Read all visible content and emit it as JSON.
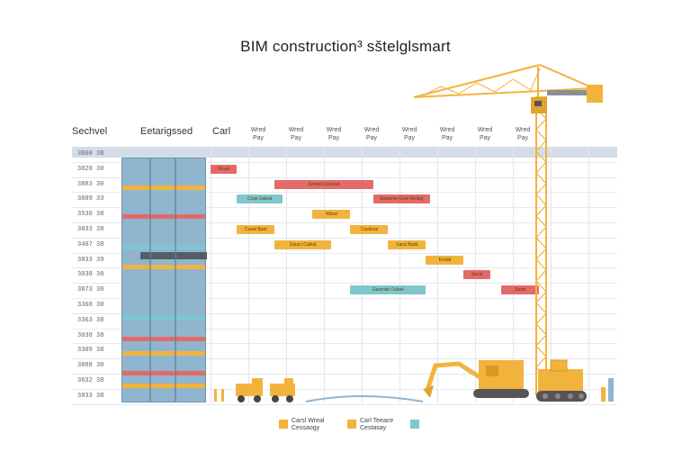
{
  "title": "BIM construction³ sštelglsmart",
  "headers": {
    "col1": "Sechvel",
    "col2": "Eetarigssed",
    "col3": "Carl"
  },
  "week_columns": [
    {
      "l1": "Wred",
      "l2": "Pay"
    },
    {
      "l1": "Wred",
      "l2": "Pay"
    },
    {
      "l1": "Wred",
      "l2": "Pay"
    },
    {
      "l1": "Wred",
      "l2": "Pay"
    },
    {
      "l1": "Wred",
      "l2": "Pay"
    },
    {
      "l1": "Wred",
      "l2": "Pay"
    },
    {
      "l1": "Wred",
      "l2": "Pay"
    },
    {
      "l1": "Wred",
      "l2": "Pay"
    }
  ],
  "rows": [
    "3860 38",
    "3828 30",
    "3883 30",
    "3889 33",
    "3530 38",
    "3833 38",
    "3407 38",
    "3833 39",
    "3038 30",
    "3873 38",
    "3368 30",
    "3363 38",
    "3038 38",
    "3309 38",
    "3888 30",
    "3632 38",
    "3833 38"
  ],
  "tasks": [
    {
      "label": "Reval",
      "color": "#e46a6a",
      "row": 1,
      "start": 0,
      "len": 0.7
    },
    {
      "label": "Sontat Cocaslat",
      "color": "#e46a6a",
      "row": 2,
      "start": 1.7,
      "len": 2.6
    },
    {
      "label": "Cose Saleal",
      "color": "#7fc7cf",
      "row": 3,
      "start": 0.7,
      "len": 1.2
    },
    {
      "label": "Sotaume Gran Retaig",
      "color": "#e46a6a",
      "row": 3,
      "start": 4.3,
      "len": 1.5
    },
    {
      "label": "Wtoal",
      "color": "#f2b33d",
      "row": 4,
      "start": 2.7,
      "len": 1.0
    },
    {
      "label": "Caval Bant",
      "color": "#f2b33d",
      "row": 5,
      "start": 0.7,
      "len": 1.0
    },
    {
      "label": "Caslecal",
      "color": "#f2b33d",
      "row": 5,
      "start": 3.7,
      "len": 1.0
    },
    {
      "label": "Etzaci Catkal",
      "color": "#f2b33d",
      "row": 6,
      "start": 1.7,
      "len": 1.5
    },
    {
      "label": "Saral Balal",
      "color": "#f2b33d",
      "row": 6,
      "start": 4.7,
      "len": 1.0
    },
    {
      "label": "Ecolal",
      "color": "#f2b33d",
      "row": 7,
      "start": 5.7,
      "len": 1.0
    },
    {
      "label": "Saval",
      "color": "#e46a6a",
      "row": 8,
      "start": 6.7,
      "len": 0.7
    },
    {
      "label": "Easrrate Coleel",
      "color": "#7fc7cf",
      "row": 9,
      "start": 3.7,
      "len": 2.0
    },
    {
      "label": "Sastd",
      "color": "#e46a6a",
      "row": 9,
      "start": 7.7,
      "len": 1.0
    }
  ],
  "legend": [
    {
      "color": "#f2b33d",
      "l1": "Carsl Wreal",
      "l2": "Cessaogy"
    },
    {
      "color": "#f2b33d",
      "l1": "Carl Teeace",
      "l2": "Cestasay"
    },
    {
      "color": "#7fc7cf",
      "l1": "",
      "l2": ""
    }
  ],
  "colors": {
    "accent": "#f2b33d",
    "red": "#e46a6a",
    "teal": "#7fc7cf",
    "building": "#8fb5cf",
    "crane": "#f2b33d"
  },
  "icons": [
    "tower-crane-icon",
    "excavator-icon",
    "dump-truck-icon",
    "bulldozer-icon",
    "bim-building-icon"
  ]
}
